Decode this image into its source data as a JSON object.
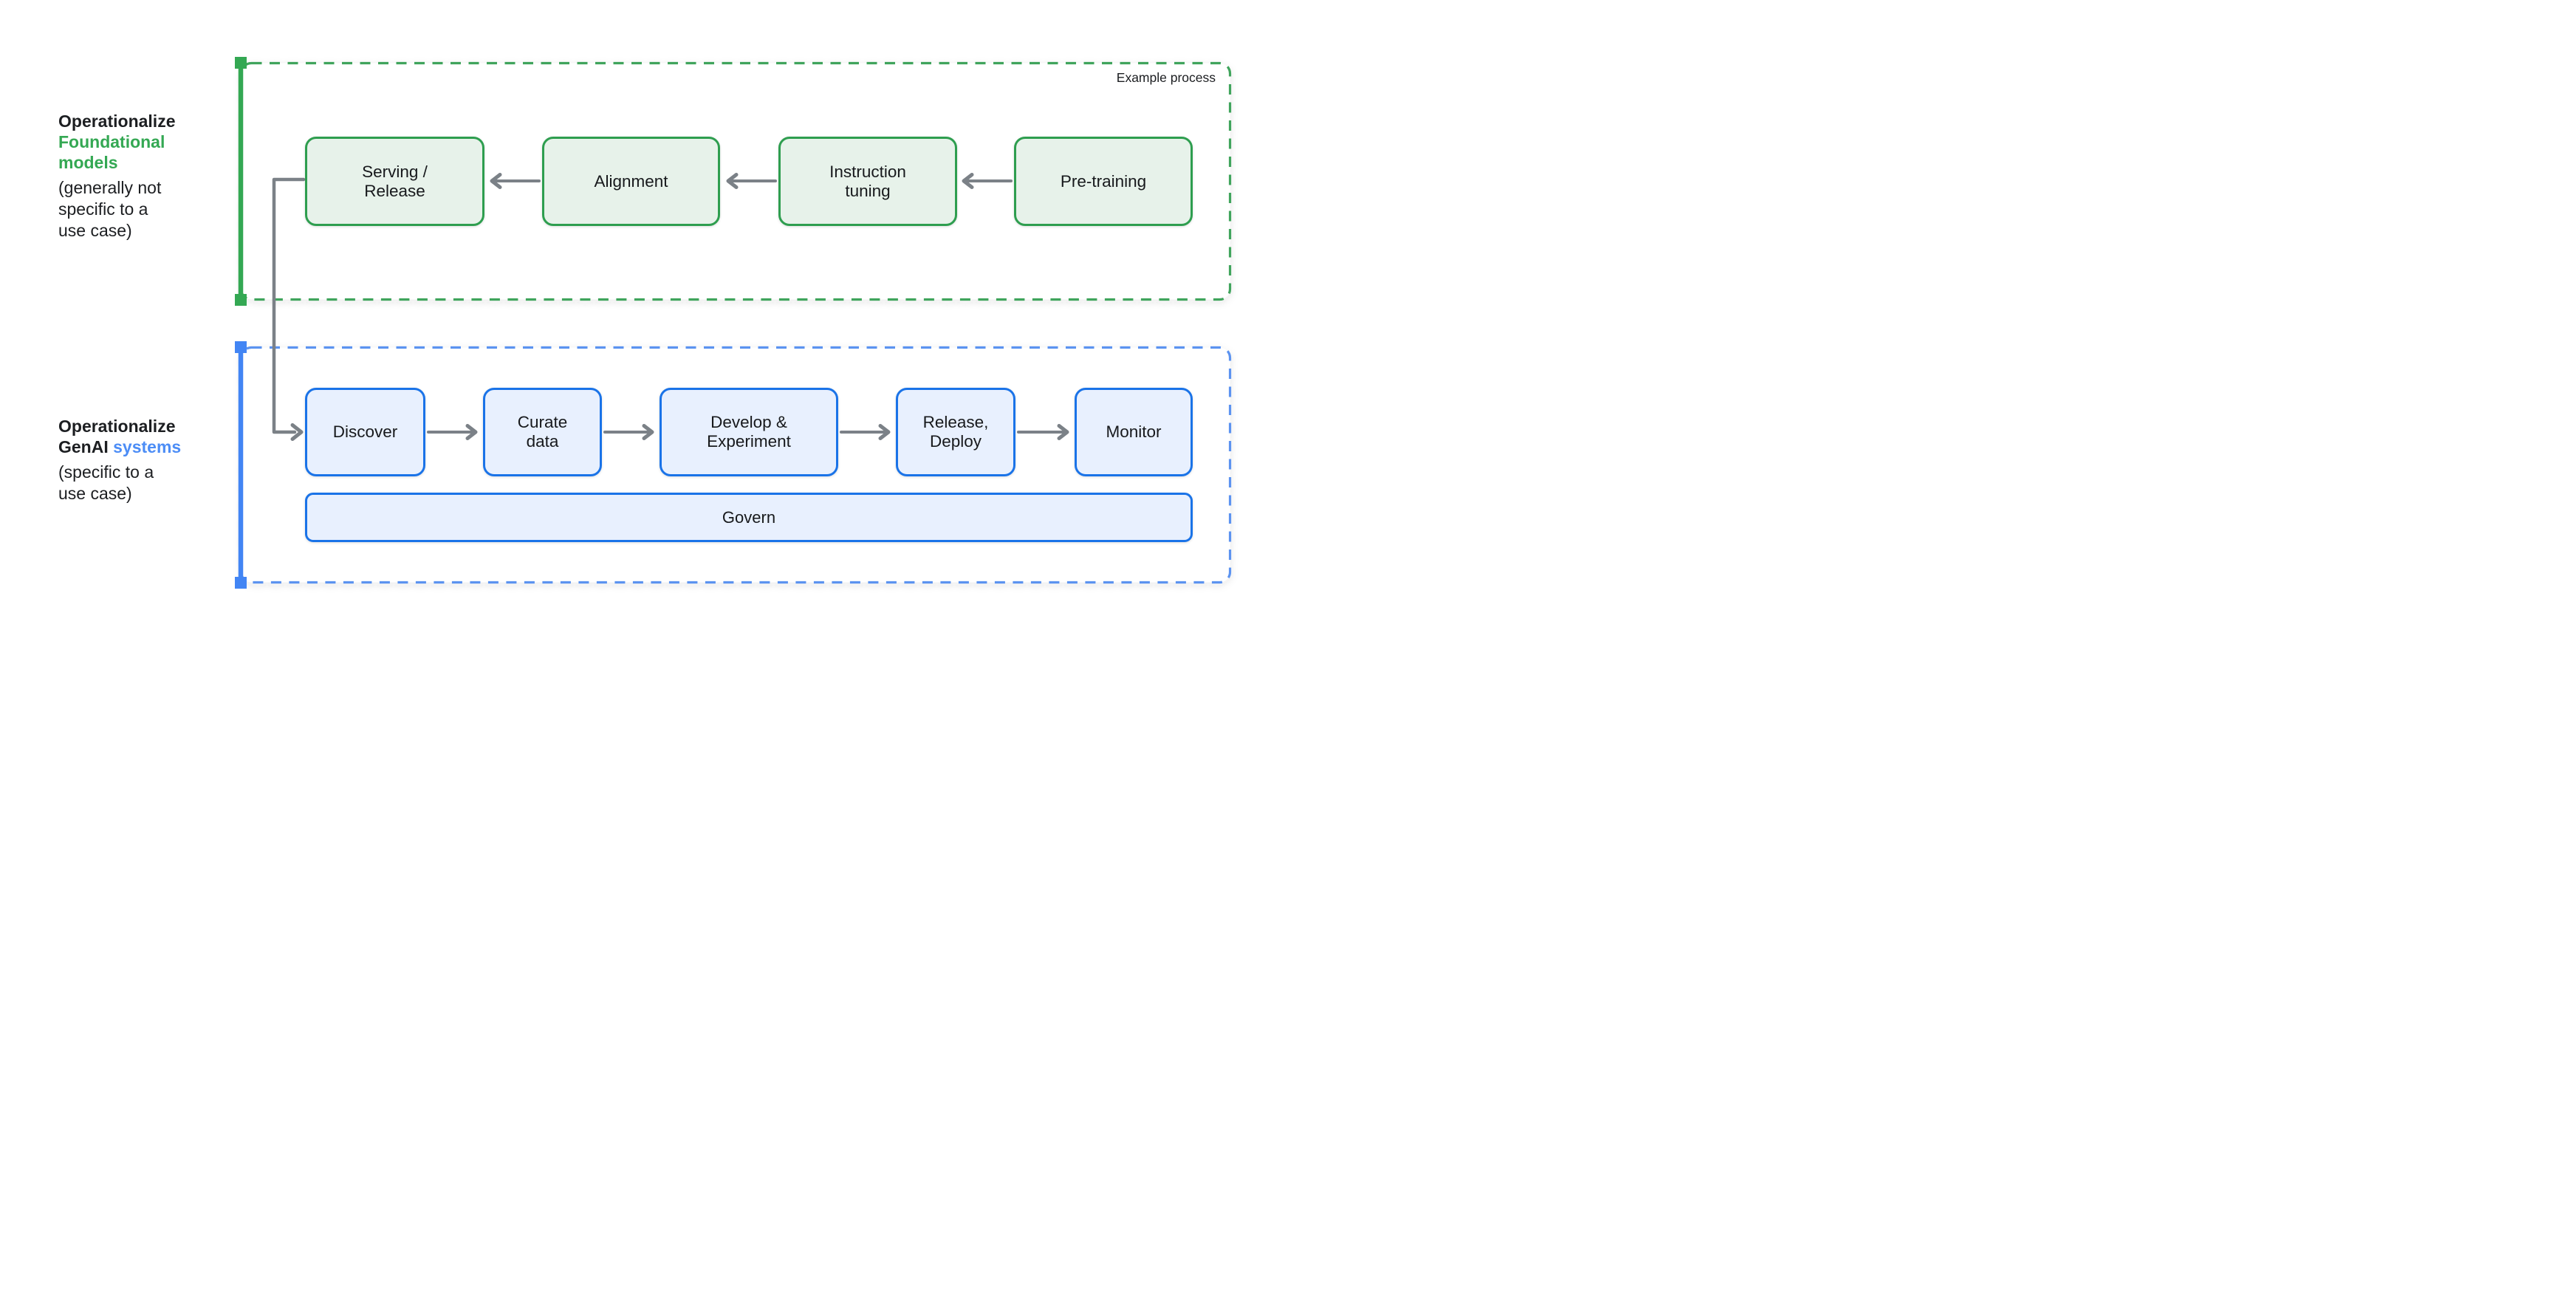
{
  "colors": {
    "green_accent": "#34a853",
    "green_box_border": "#2e9e4f",
    "green_box_fill": "#e7f2ea",
    "blue_box_border": "#1a73e8",
    "blue_box_fill": "#e8f0fe",
    "blue_accent_bar": "#4285f4",
    "blue_dash": "#5b93f0",
    "arrow_gray": "#7b8187",
    "label_green": "#34a853",
    "label_blue": "#4c8df6"
  },
  "left_labels": {
    "foundational": {
      "prefix": "Operationalize",
      "highlight_lines": [
        "Foundational",
        "models"
      ],
      "note_lines": [
        "(generally not",
        "specific to a",
        "use case)"
      ]
    },
    "genai": {
      "prefix": "Operationalize",
      "black_word": "GenAI",
      "blue_word": "systems",
      "note_lines": [
        "(specific to a",
        "use case)"
      ]
    }
  },
  "foundational_section": {
    "tag": "Example process",
    "boxes": [
      {
        "id": "serving-release",
        "lines": [
          "Serving /",
          "Release"
        ]
      },
      {
        "id": "alignment",
        "lines": [
          "Alignment"
        ]
      },
      {
        "id": "instruction-tuning",
        "lines": [
          "Instruction",
          "tuning"
        ]
      },
      {
        "id": "pre-training",
        "lines": [
          "Pre-training"
        ]
      }
    ]
  },
  "genai_section": {
    "boxes": [
      {
        "id": "discover",
        "lines": [
          "Discover"
        ]
      },
      {
        "id": "curate-data",
        "lines": [
          "Curate",
          "data"
        ]
      },
      {
        "id": "develop-experiment",
        "lines": [
          "Develop &",
          "Experiment"
        ]
      },
      {
        "id": "release-deploy",
        "lines": [
          "Release,",
          "Deploy"
        ]
      },
      {
        "id": "monitor",
        "lines": [
          "Monitor"
        ]
      }
    ],
    "govern": "Govern"
  }
}
